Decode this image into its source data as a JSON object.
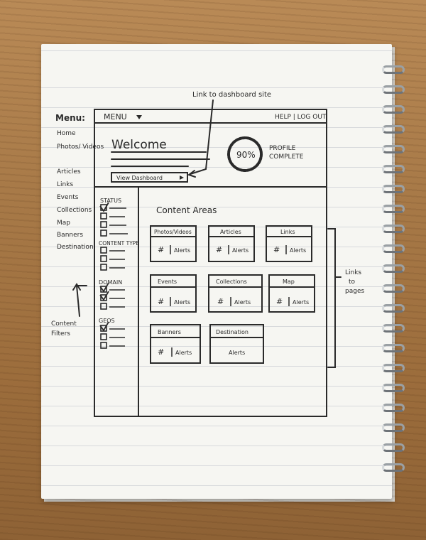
{
  "margin_notes": {
    "menu_title": "Menu:",
    "menu_items": [
      "Home",
      "Photos/ Videos",
      "Articles",
      "Links",
      "Events",
      "Collections",
      "Map",
      "Banners",
      "Destination"
    ],
    "annotation_dashboard": "Link to dashboard site",
    "annotation_filters": [
      "Content",
      "Filters"
    ],
    "annotation_pages": [
      "Links",
      "to",
      "pages"
    ]
  },
  "header": {
    "menu_label": "MENU",
    "help_logout": "HELP | LOG OUT"
  },
  "welcome": {
    "title": "Welcome",
    "dashboard_button": "View Dashboard",
    "profile_percent": "90%",
    "profile_label_1": "PROFILE",
    "profile_label_2": "COMPLETE"
  },
  "filters": {
    "groups": [
      {
        "title": "STATUS"
      },
      {
        "title": "CONTENT TYPE"
      },
      {
        "title": "DOMAIN"
      },
      {
        "title": "GEOS"
      }
    ]
  },
  "content": {
    "heading": "Content Areas",
    "tiles": [
      {
        "title": "Photos/Videos",
        "count": "#",
        "alerts": "Alerts"
      },
      {
        "title": "Articles",
        "count": "#",
        "alerts": "Alerts"
      },
      {
        "title": "Links",
        "count": "#",
        "alerts": "Alerts"
      },
      {
        "title": "Events",
        "count": "#",
        "alerts": "Alerts"
      },
      {
        "title": "Collections",
        "count": "#",
        "alerts": "Alerts"
      },
      {
        "title": "Map",
        "count": "#",
        "alerts": "Alerts"
      },
      {
        "title": "Banners",
        "count": "#",
        "alerts": "Alerts"
      },
      {
        "title": "Destination",
        "count": "",
        "alerts": "Alerts"
      }
    ]
  }
}
